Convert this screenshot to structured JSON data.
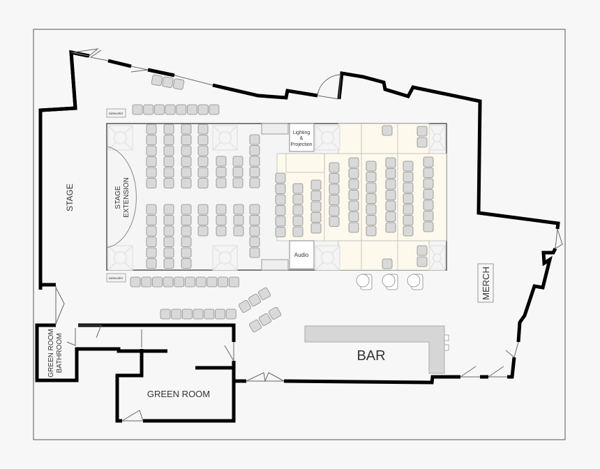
{
  "labels": {
    "stage": "STAGE",
    "stage_extension_line1": "STAGE",
    "stage_extension_line2": "EXTENSION",
    "lighting_line1": "Lighting",
    "lighting_line2": "&",
    "lighting_line3": "Projection",
    "audio": "Audio",
    "merch": "MERCH",
    "bar": "BAR",
    "green_room": "GREEN ROOM",
    "green_room_bathroom_line1": "GREEN ROOM",
    "green_room_bathroom_line2": "BATHROOM",
    "subwoofer": "subwoofer"
  },
  "colors": {
    "wall": "#000000",
    "chair": "#d9d9d9",
    "riser": "#fdf9ec",
    "bar": "#d6d6d6",
    "background": "#f7f7f7"
  }
}
